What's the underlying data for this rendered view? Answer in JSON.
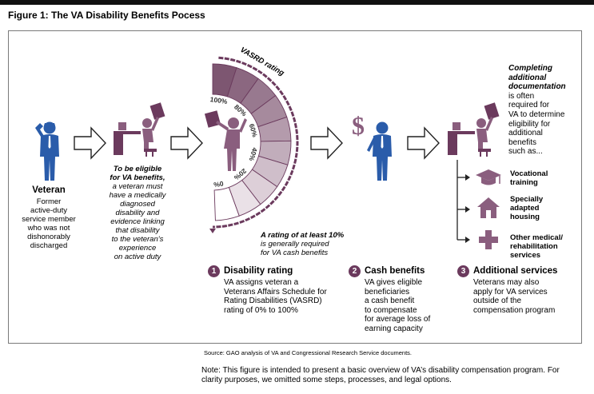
{
  "figure_title": "Figure 1: The VA Disability Benefits Pocess",
  "veteran": {
    "title": "Veteran",
    "desc": [
      "Former",
      "active-duty",
      "service member",
      "who was not",
      "dishonorably",
      "discharged"
    ]
  },
  "eligibility": {
    "bold": [
      "To be eligible",
      "for VA benefits,"
    ],
    "rest": [
      "a veteran must",
      "have a medically",
      "diagnosed",
      "disability and",
      "evidence linking",
      "that disability",
      "to the veteran's",
      "experience",
      "on active duty"
    ]
  },
  "scale": {
    "label": "VASRD rating",
    "ticks": [
      "0%",
      "20%",
      "40%",
      "60%",
      "80%",
      "100%"
    ],
    "note_bold": [
      "A rating of at least 10%"
    ],
    "note_rest": [
      "is generally required",
      "for VA cash benefits"
    ]
  },
  "steps": [
    {
      "num": "1",
      "title": "Disability rating",
      "body": [
        "VA assigns veteran a",
        "Veterans Affairs Schedule for",
        "Rating Disabilities (VASRD)",
        "rating of 0% to 100%"
      ]
    },
    {
      "num": "2",
      "title": "Cash benefits",
      "body": [
        "VA gives eligible",
        "beneficiaries",
        "a cash benefit",
        "to compensate",
        "for average loss of",
        "earning capacity"
      ]
    },
    {
      "num": "3",
      "title": "Additional services",
      "body": [
        "Veterans may also",
        "apply for VA services",
        "outside of the",
        "compensation program"
      ]
    }
  ],
  "additional_doc": {
    "bold": [
      "Completing",
      "additional",
      "documentation"
    ],
    "rest": [
      "is often",
      "required for",
      "VA to determine",
      "eligibility for",
      "additional",
      "benefits",
      "such as..."
    ]
  },
  "services": [
    {
      "icon": "graduation-cap-icon",
      "label": [
        "Vocational",
        "training"
      ]
    },
    {
      "icon": "house-icon",
      "label": [
        "Specially",
        "adapted",
        "housing"
      ]
    },
    {
      "icon": "medical-cross-icon",
      "label": [
        "Other medical/",
        "rehabilitation",
        "services"
      ]
    }
  ],
  "source": "Source: GAO analysis of VA and Congressional Research Service documents.",
  "note": [
    "Note: This figure is intended to present a basic overview of VA’s disability compensation program. For",
    "clarity purposes, we omitted some steps, processes, and legal options."
  ],
  "colors": {
    "blue": "#2a5caa",
    "purple": "#8a5e7e",
    "dark_purple": "#6b3a5d"
  }
}
